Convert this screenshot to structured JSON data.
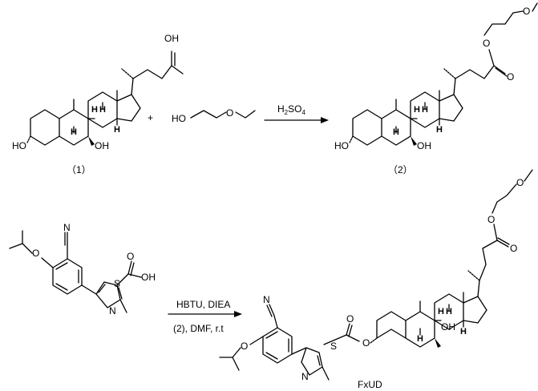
{
  "scheme": {
    "compound1_label": "（1）",
    "compound2_label": "（2）",
    "product_label": "FxUD",
    "plus_sign": "+",
    "reagent_top": {
      "main": "H",
      "sub1": "2",
      "mid": "SO",
      "sub2": "4"
    },
    "reagent_bottom_line1": "HBTU, DIEA",
    "reagent_bottom_line2": "(2), DMF, r.t"
  },
  "atoms": {
    "oh": "OH",
    "ho": "HO",
    "o": "O",
    "n": "N",
    "s": "S",
    "h": "H"
  }
}
